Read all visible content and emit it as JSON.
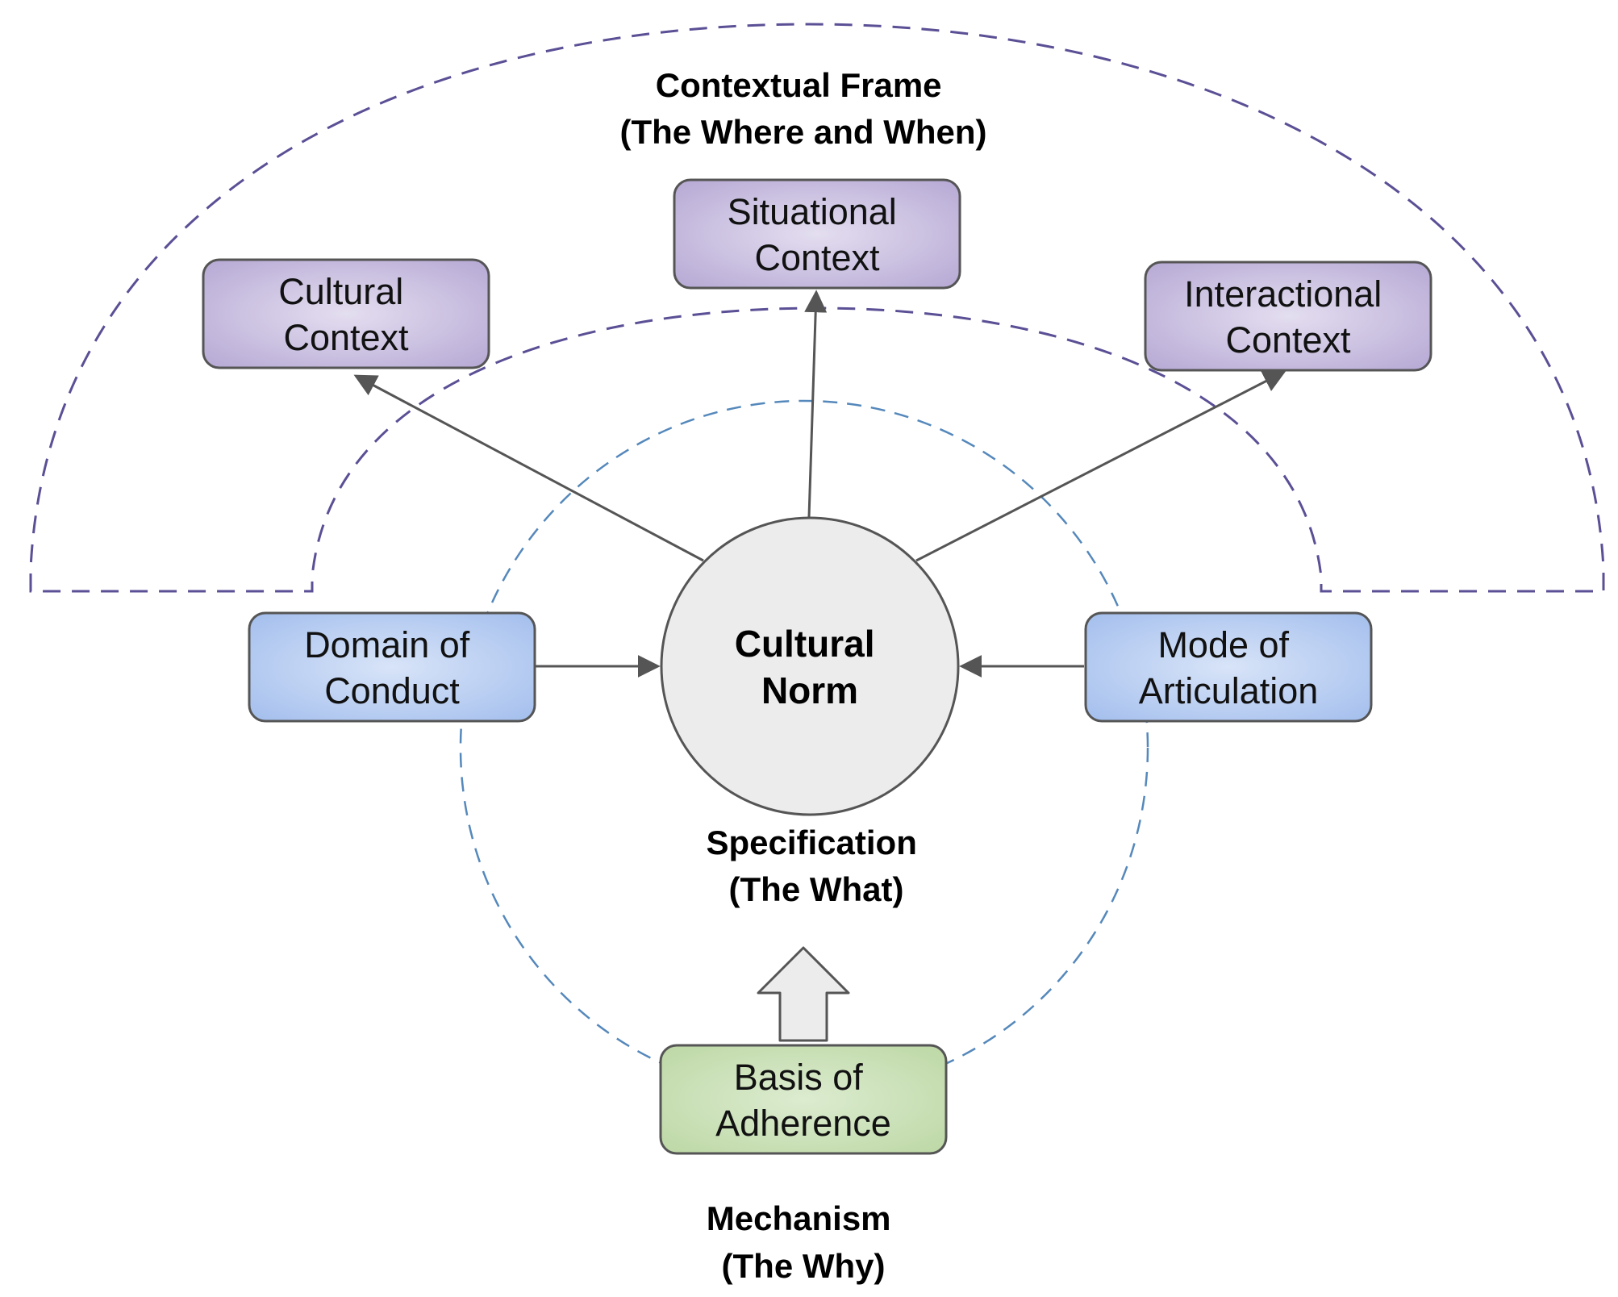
{
  "colors": {
    "context_box": "#c4b8dc",
    "context_box_gradient_center": "#e4def0",
    "specification_box": "#adc6f0",
    "specification_box_gradient_center": "#d8e4f8",
    "mechanism_box": "#c5ddb0",
    "mechanism_box_gradient_center": "#dcecd0",
    "norm_circle": "#ececec",
    "outer_frame_dash": "#5b4f95",
    "spec_ellipse_dash": "#5588bb",
    "arrow": "#555555",
    "box_border": "#555555"
  },
  "frame_label": {
    "line1": "Contextual Frame",
    "line2": "(The Where and When)"
  },
  "specification_label": {
    "line1": "Specification",
    "line2": "(The What)"
  },
  "mechanism_label": {
    "line1": "Mechanism",
    "line2": "(The Why)"
  },
  "center_node": {
    "line1": "Cultural",
    "line2": "Norm"
  },
  "nodes": {
    "cultural_context": {
      "line1": "Cultural",
      "line2": "Context"
    },
    "situational_context": {
      "line1": "Situational",
      "line2": "Context"
    },
    "interactional_context": {
      "line1": "Interactional",
      "line2": "Context"
    },
    "domain_of_conduct": {
      "line1": "Domain of",
      "line2": "Conduct"
    },
    "mode_of_articulation": {
      "line1": "Mode of",
      "line2": "Articulation"
    },
    "basis_of_adherence": {
      "line1": "Basis of",
      "line2": "Adherence"
    }
  }
}
